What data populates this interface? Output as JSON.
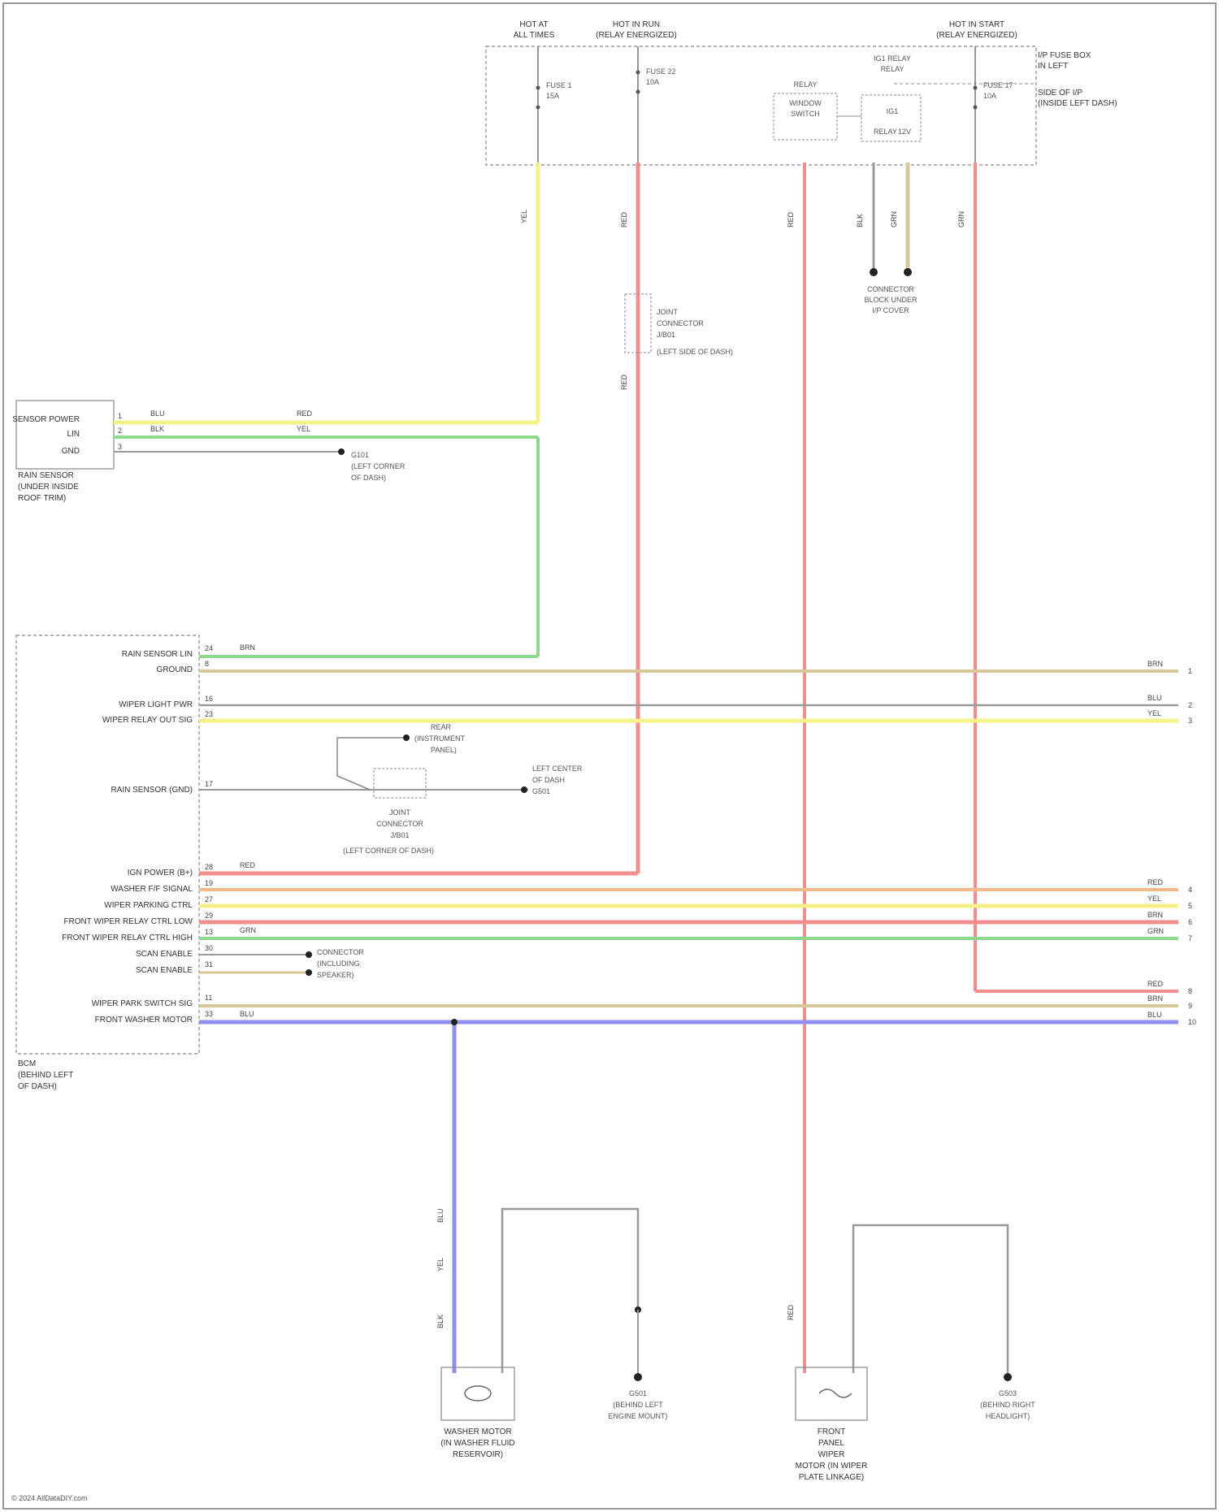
{
  "page": {
    "copyright": "© 2024 AllDataDIY.com"
  },
  "top_labels": {
    "hot_at_all_times": [
      "HOT AT",
      "ALL TIMES"
    ],
    "hot_run_relay": [
      "HOT IN RUN",
      "(RELAY ENERGIZED)"
    ],
    "hot_start_relay": [
      "HOT IN START",
      "(RELAY ENERGIZED)"
    ],
    "fuse_box_location": [
      "I/P FUSE BOX",
      "IN LEFT",
      "SIDE OF I/P",
      "(INSIDE LEFT DASH)"
    ],
    "fuse_1": [
      "FUSE 1",
      "15A"
    ],
    "fuse_2": [
      "FUSE 22",
      "10A"
    ],
    "fuse_3": [
      "FUSE 17",
      "10A"
    ],
    "switch_label": [
      "RELAY",
      "WINDOW",
      "SWITCH"
    ],
    "relay_label": [
      "IG1 RELAY",
      "RELAY"
    ],
    "relay_inner": [
      "RELAY",
      "IG1",
      "12V"
    ]
  },
  "grounds": {
    "upper_connector": [
      "CONNECTOR",
      "BLOCK UNDER",
      "I/P COVER"
    ],
    "g101": [
      "G101",
      "(LEFT CORNER",
      "OF DASH)"
    ],
    "rear_junction": [
      "REAR",
      "(INSTRUMENT",
      "PANEL)"
    ],
    "left_ground": [
      "LEFT CENTER",
      "OF DASH",
      "G501"
    ],
    "joint_connector": [
      "JOINT",
      "CONNECTOR",
      "J/B01",
      "(LEFT CORNER OF DASH)"
    ],
    "lower_connector": [
      "CONNECTOR",
      "(INCLUDING",
      "SPEAKER)"
    ],
    "g501": [
      "G501",
      "(BEHIND LEFT",
      "ENGINE MOUNT)"
    ],
    "g503": [
      "G503",
      "(BEHIND RIGHT",
      "HEADLIGHT)"
    ]
  },
  "joint_label": [
    "JOINT",
    "CONNECTOR",
    "J/B01",
    "(LEFT SIDE OF DASH)"
  ],
  "rain_sensor": {
    "pins": [
      "SENSOR POWER",
      "LIN",
      "GND"
    ],
    "name": [
      "RAIN SENSOR",
      "(UNDER INSIDE",
      "ROOF TRIM)"
    ],
    "pin_nums": [
      "1",
      "2",
      "3"
    ]
  },
  "bcm": {
    "pins": [
      "RAIN SENSOR LIN",
      "GROUND",
      "WIPER LIGHT PWR",
      "WIPER RELAY OUT SIG",
      "RAIN SENSOR (GND)",
      "IGN POWER (B+)",
      "WASHER F/F SIGNAL",
      "WIPER PARKING CTRL",
      "FRONT WIPER RELAY CTRL LOW",
      "FRONT WIPER RELAY CTRL HIGH",
      "SCAN ENABLE",
      "SCAN ENABLE",
      "WIPER PARK SWITCH SIG",
      "FRONT WASHER MOTOR"
    ],
    "pin_nums": [
      "24",
      "8",
      "16",
      "23",
      "17",
      "28",
      "19",
      "27",
      "29",
      "13",
      "30",
      "31",
      "11",
      "33"
    ],
    "name": [
      "BCM",
      "(BEHIND LEFT",
      "OF DASH)"
    ]
  },
  "right_pins": [
    "1",
    "2",
    "3",
    "4",
    "5",
    "6",
    "7",
    "8",
    "9",
    "10"
  ],
  "right_codes": [
    "BRN",
    "BLU",
    "YEL",
    "RED",
    "YEL",
    "BRN",
    "GRN",
    "RED",
    "BRN",
    "BLU"
  ],
  "bottom": {
    "motor1": [
      "WASHER MOTOR",
      "(IN WASHER FLUID",
      "RESERVOIR)"
    ],
    "motor2": [
      "FRONT",
      "PANEL",
      "WIPER",
      "MOTOR (IN WIPER",
      "PLATE LINKAGE)"
    ]
  },
  "wire_codes": [
    "YEL",
    "RED",
    "RED",
    "BLK",
    "GRN",
    "RED",
    "GRN",
    "BLU",
    "YEL",
    "BLK",
    "RED",
    "BLU",
    "BLK",
    "RED",
    "YEL",
    "BRN",
    "RED",
    "BLU",
    "GRN"
  ],
  "colors": {
    "yellow": "#f5f28a",
    "red": "#f18f8f",
    "green": "#8fd88f",
    "blue": "#8f8ff0",
    "tan": "#d9c89a",
    "gray": "#9a9a9a",
    "orange": "#f3b98a"
  }
}
